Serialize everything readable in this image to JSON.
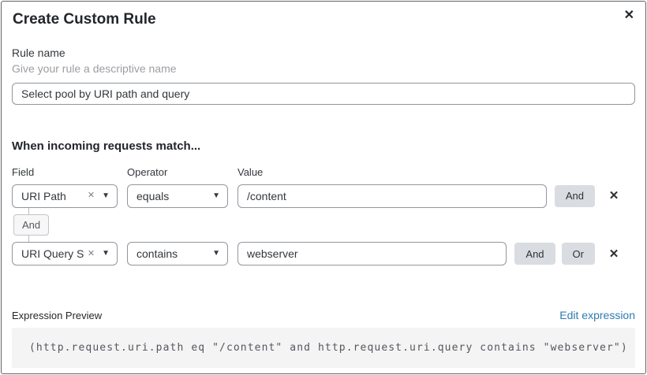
{
  "dialog": {
    "title": "Create Custom Rule"
  },
  "icons": {
    "close": "✕",
    "clear": "✕",
    "chevron_down": "▼",
    "delete_row": "✕"
  },
  "rule_name": {
    "label": "Rule name",
    "helper": "Give your rule a descriptive name",
    "value": "Select pool by URI path and query"
  },
  "matcher": {
    "heading": "When incoming requests match...",
    "columns": {
      "field": "Field",
      "operator": "Operator",
      "value": "Value"
    },
    "connector_label": "And",
    "rows": [
      {
        "field": "URI Path",
        "operator": "equals",
        "value": "/content",
        "buttons": [
          "And"
        ]
      },
      {
        "field": "URI Query St...",
        "operator": "contains",
        "value": "webserver",
        "buttons": [
          "And",
          "Or"
        ]
      }
    ]
  },
  "preview": {
    "label": "Expression Preview",
    "edit_link": "Edit expression",
    "expression": "(http.request.uri.path eq \"/content\" and http.request.uri.query contains \"webserver\")"
  },
  "colors": {
    "link_blue": "#2c7cb0",
    "button_gray": "#d9dce1",
    "code_bg": "#f4f4f5",
    "border_gray": "#92969c"
  }
}
